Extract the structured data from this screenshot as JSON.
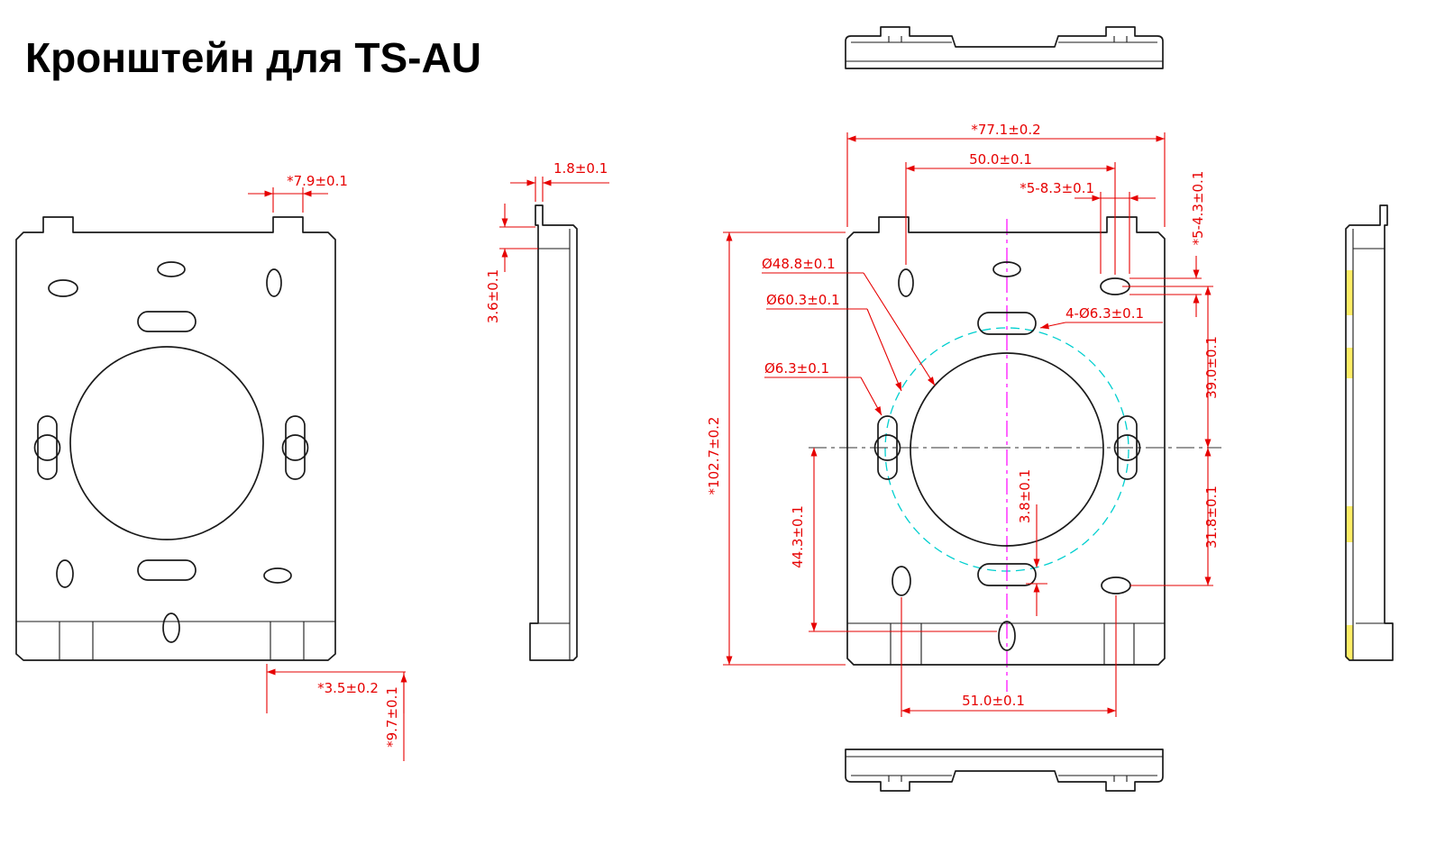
{
  "title": "Кронштейн для TS-AU",
  "colors": {
    "outline": "#1a1a1a",
    "dimension_red": "#e60000",
    "centerline_magenta": "#ff00ff",
    "reference_cyan": "#00cfcf",
    "highlight_yellow": "#ffee66"
  },
  "dimensions": {
    "front_tab_width": "*7.9±0.1",
    "front_foot_offset": "*3.5±0.2",
    "front_foot_height": "*9.7±0.1",
    "side_thickness": "1.8±0.1",
    "side_step": "3.6±0.1",
    "overall_width": "*77.1±0.2",
    "top_hole_pitch": "50.0±0.1",
    "slot_length": "*5-8.3±0.1",
    "slot_width": "*5-4.3±0.1",
    "dia_center_hole": "Ø48.8±0.1",
    "dia_bolt_circle": "Ø60.3±0.1",
    "dia_keyhole": "Ø6.3±0.1",
    "dia_four_holes": "4-Ø6.3±0.1",
    "upper_offset": "39.0±0.1",
    "overall_height": "*102.7±0.2",
    "lower_offset_left": "44.3±0.1",
    "slot_offset": "3.8±0.1",
    "lower_offset_right": "31.8±0.1",
    "bottom_hole_pitch": "51.0±0.1"
  }
}
